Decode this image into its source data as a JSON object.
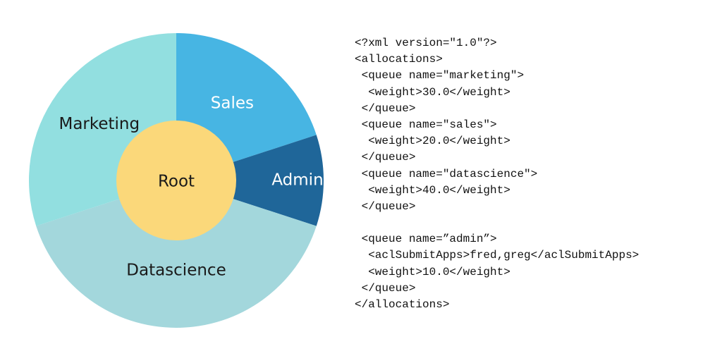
{
  "diagram": {
    "center_label": "Root",
    "segments": [
      {
        "name": "Sales",
        "weight": 20.0,
        "color": "#47b5e3",
        "text_color": "#ffffff"
      },
      {
        "name": "Admin",
        "weight": 10.0,
        "color": "#1f6699",
        "text_color": "#ffffff"
      },
      {
        "name": "Datascience",
        "weight": 40.0,
        "color": "#a3d7dc",
        "text_color": "#1a1a1a"
      },
      {
        "name": "Marketing",
        "weight": 30.0,
        "color": "#92dfe0",
        "text_color": "#1a1a1a"
      }
    ],
    "center_color": "#fbd87a",
    "center_text_color": "#1a1a1a"
  },
  "code": {
    "lines": [
      "<?xml version=\"1.0\"?>",
      "<allocations>",
      " <queue name=\"marketing\">",
      "  <weight>30.0</weight>",
      " </queue>",
      " <queue name=\"sales\">",
      "  <weight>20.0</weight>",
      " </queue>",
      " <queue name=\"datascience\">",
      "  <weight>40.0</weight>",
      " </queue>",
      "",
      " <queue name=”admin”>",
      "  <aclSubmitApps>fred,greg</aclSubmitApps>",
      "  <weight>10.0</weight>",
      " </queue>",
      "</allocations>"
    ]
  }
}
